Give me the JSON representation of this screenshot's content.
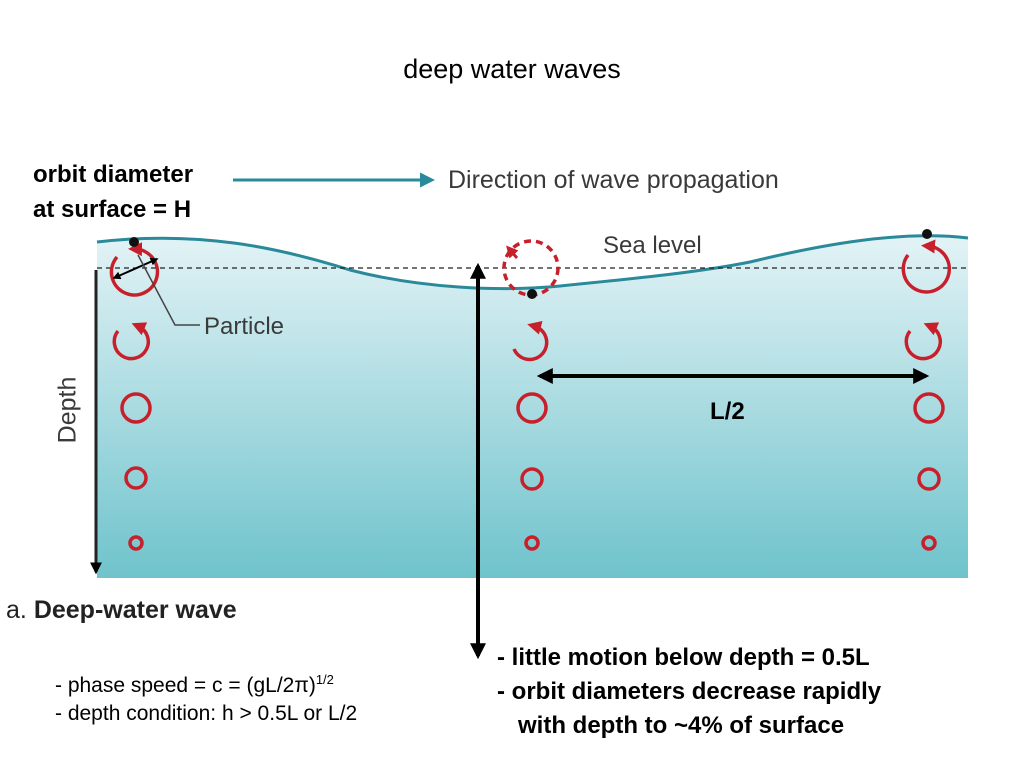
{
  "title": "deep water waves",
  "orbit_label": {
    "line1": "orbit diameter",
    "line2": "at surface = H"
  },
  "figure": {
    "direction_label": "Direction of wave propagation",
    "sea_level_label": "Sea level",
    "particle_label": "Particle",
    "depth_label": "Depth",
    "half_wavelength_label": "L/2",
    "caption_letter": "a.",
    "caption_title": "Deep-water wave"
  },
  "notes": [
    "- little motion below depth = 0.5L",
    "- orbit diameters decrease rapidly",
    "with depth to ~4% of surface"
  ],
  "equations": {
    "phase_speed_prefix": "- phase speed = c = (gL/2π)",
    "phase_speed_exponent": "1/2",
    "depth_condition": "- depth condition: h > 0.5L or L/2"
  },
  "colors": {
    "water_top": "#d8eef2",
    "water_bottom": "#6fc3cc",
    "wave_line": "#2a8a99",
    "orbit": "#c8202a",
    "arrow": "#000000"
  }
}
